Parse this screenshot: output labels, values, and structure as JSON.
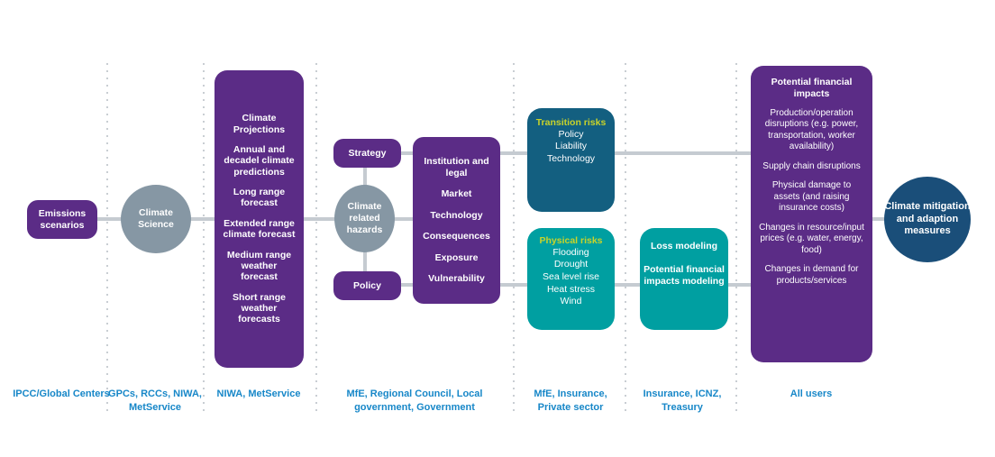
{
  "diagram": {
    "nodes": {
      "emissions": {
        "label": "Emissions scenarios"
      },
      "climate_science": {
        "label": "Climate Science"
      },
      "forecasts": {
        "items": [
          "Climate Projections",
          "Annual and decadel climate predictions",
          "Long range forecast",
          "Extended range climate forecast",
          "Medium range weather forecast",
          "Short range weather forecasts"
        ]
      },
      "strategy": {
        "label": "Strategy"
      },
      "hazards": {
        "label": "Climate related hazards"
      },
      "policy": {
        "label": "Policy"
      },
      "risk_categories": {
        "items": [
          "Institution and legal",
          "Market",
          "Technology",
          "Consequences",
          "Exposure",
          "Vulnerability"
        ]
      },
      "transition_risks": {
        "title": "Transition risks",
        "items": [
          "Policy",
          "Liability",
          "Technology"
        ]
      },
      "physical_risks": {
        "title": "Physical risks",
        "items": [
          "Flooding",
          "Drought",
          "Sea level rise",
          "Heat stress",
          "Wind"
        ]
      },
      "loss_modeling": {
        "items": [
          "Loss modeling",
          "Potential financial impacts modeling"
        ]
      },
      "financial_impacts": {
        "title": "Potential financial impacts",
        "items": [
          "Production/operation disruptions (e.g. power, transportation, worker availability)",
          "Supply chain disruptions",
          "Physical damage to assets (and raising insurance costs)",
          "Changes in resource/input prices (e.g. water, energy, food)",
          "Changes in demand for products/services"
        ]
      },
      "mitigation": {
        "label": "Climate mitigation and adaption measures"
      }
    },
    "stakeholders": [
      "IPCC/Global Centers",
      "GPCs, RCCs, NIWA, MetService",
      "NIWA, MetService",
      "MfE, Regional Council, Local government, Government",
      "MfE, Insurance, Private sector",
      "Insurance, ICNZ, Treasury",
      "All users"
    ]
  },
  "colors": {
    "purple": "#5b2c86",
    "slate": "#8697a4",
    "darkteal": "#135f80",
    "teal": "#009fa1",
    "navy": "#1a4e79",
    "yellow": "#c9d32a",
    "labelblue": "#1787c8",
    "linegray": "#c5cbd1",
    "dotgray": "#c9ced3"
  }
}
